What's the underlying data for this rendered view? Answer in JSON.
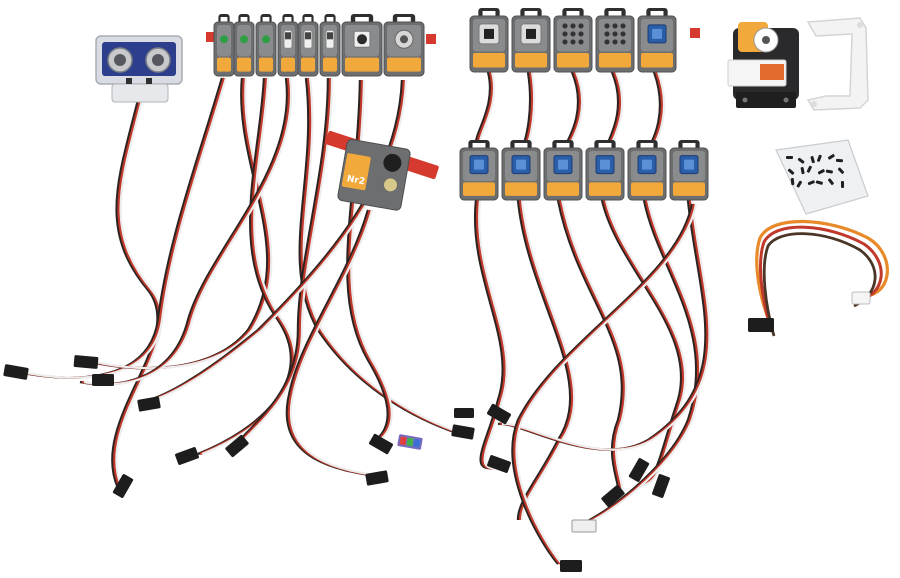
{
  "photo": {
    "module_labels": {
      "sound_sensor": "Nr2"
    },
    "colors": {
      "background": "#ffffff",
      "module_body": "#6d6e70",
      "module_face": "#8a8b8d",
      "module_label_strip": "#f2a93b",
      "mount_bracket": "#2f2f31",
      "wire_red": "#c0392b",
      "wire_black": "#2b2320",
      "wire_white": "#ededed",
      "wire_orange": "#e8892a",
      "connector": "#1d1d1d",
      "button_blue": "#2a5ea8",
      "led_green": "#2ea043",
      "red_mount": "#d63a2f",
      "servo_bracket": "#f3f3f3",
      "ultrasonic_blue": "#2d3f8c"
    },
    "objects": [
      "ultrasonic-sensor",
      "indicator-module-row",
      "sensor-module-row",
      "button-module-row",
      "servo-motor",
      "servo-bracket",
      "screw-bag",
      "extension-cable",
      "rgb-led-module",
      "cable-bundle"
    ]
  }
}
